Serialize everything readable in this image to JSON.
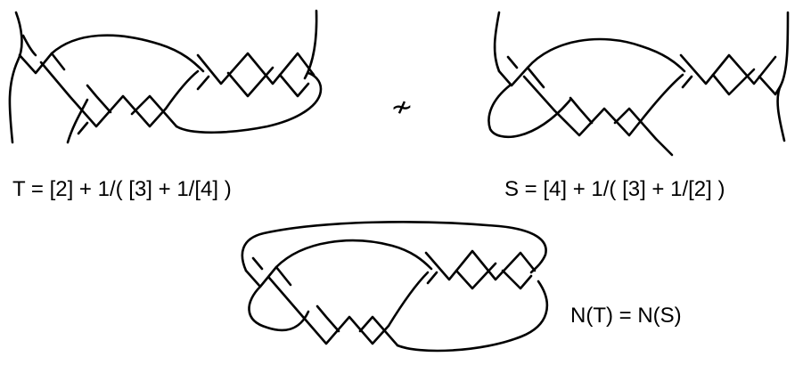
{
  "formulas": {
    "tangle_t": "T = [2] + 1/( [3] + 1/[4] )",
    "tangle_s": "S = [4] + 1/( [3] + 1/[2] )",
    "numerator_equality": "N(T) = N(S)"
  },
  "relation_symbol": "≁",
  "colors": {
    "ink": "#000000",
    "background": "#ffffff"
  }
}
